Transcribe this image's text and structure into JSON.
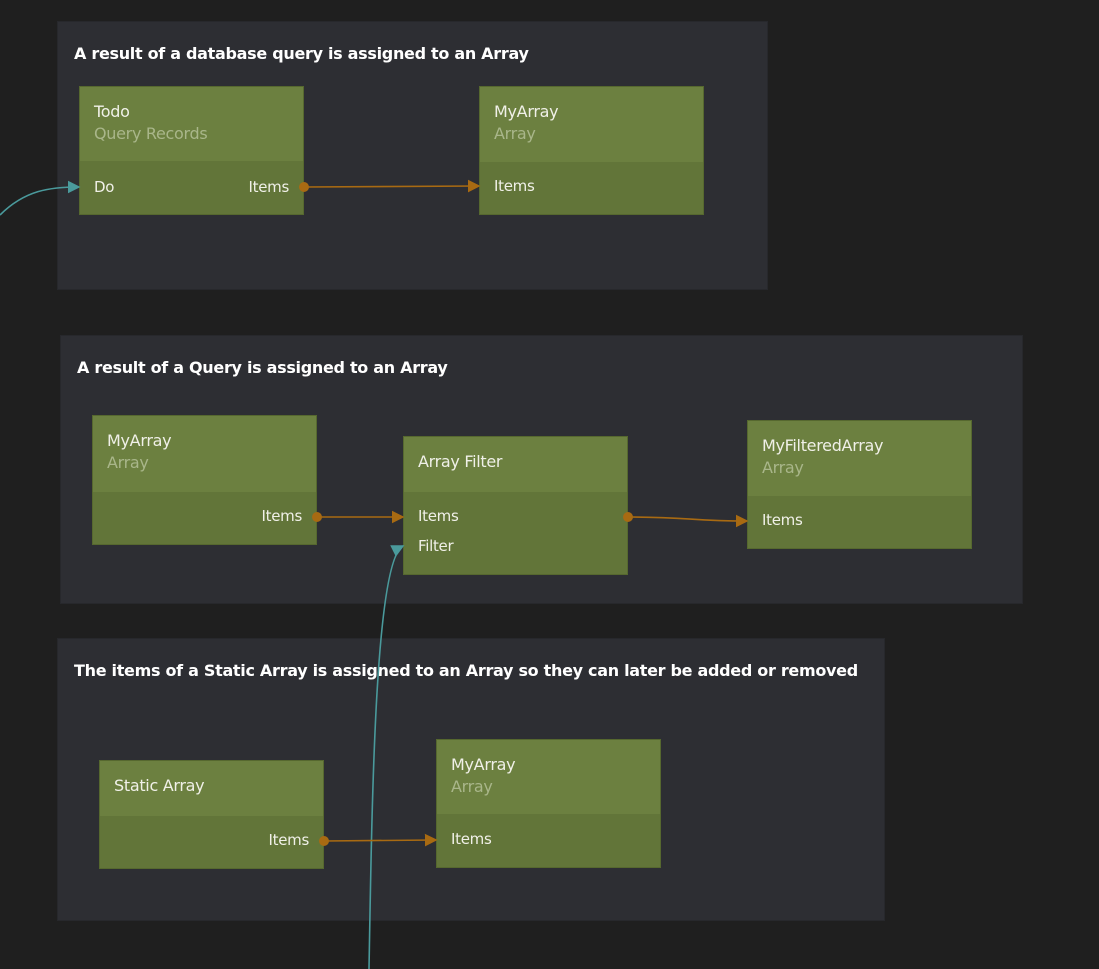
{
  "colors": {
    "background": "#1f1f1f",
    "group": "#2d2e33",
    "node_header": "#6c8040",
    "node_body": "#627539",
    "signal_wire": "#4a9a9c",
    "data_wire": "#a86a12"
  },
  "groups": [
    {
      "title": "A result of a database query is assigned to an Array"
    },
    {
      "title": "A result of a Query is assigned to an Array"
    },
    {
      "title": "The items of a Static Array is assigned to an Array so they can later be added or removed"
    }
  ],
  "nodes": {
    "todo": {
      "title": "Todo",
      "subtitle": "Query Records",
      "inputs": [
        "Do"
      ],
      "outputs": [
        "Items"
      ]
    },
    "myarray1": {
      "title": "MyArray",
      "subtitle": "Array",
      "inputs": [
        "Items"
      ]
    },
    "myarray2": {
      "title": "MyArray",
      "subtitle": "Array",
      "outputs": [
        "Items"
      ]
    },
    "filter": {
      "title": "Array Filter",
      "inputs": [
        "Items",
        "Filter"
      ]
    },
    "filtered": {
      "title": "MyFilteredArray",
      "subtitle": "Array",
      "inputs": [
        "Items"
      ]
    },
    "static": {
      "title": "Static Array",
      "outputs": [
        "Items"
      ]
    },
    "myarray3": {
      "title": "MyArray",
      "subtitle": "Array",
      "inputs": [
        "Items"
      ]
    }
  }
}
